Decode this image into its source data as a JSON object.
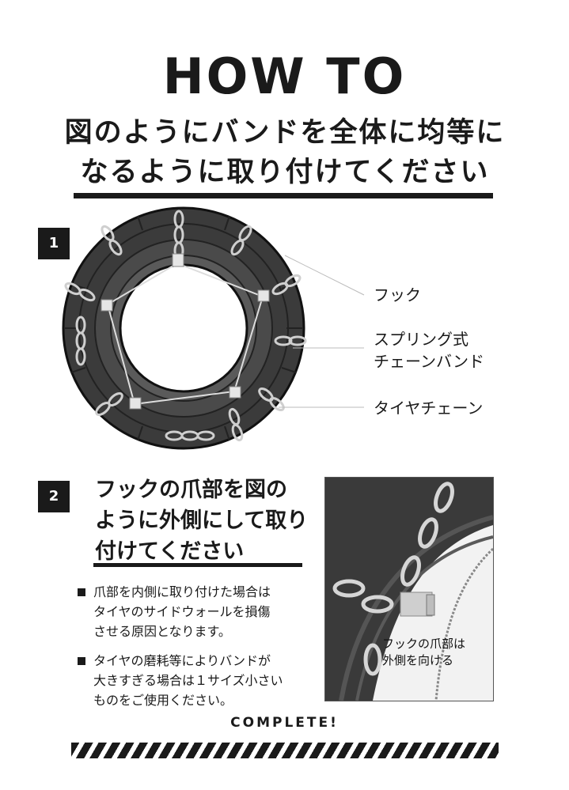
{
  "title": "HOW TO",
  "headline": [
    "図のようにバンドを全体に均等に",
    "なるように取り付けてください"
  ],
  "step1": {
    "number": "1",
    "callouts": {
      "hook": "フック",
      "band": [
        "スプリング式",
        "チェーンバンド"
      ],
      "chain": "タイヤチェーン"
    }
  },
  "step2": {
    "number": "2",
    "heading": [
      "フックの爪部を図の",
      "ように外側にして取り",
      "付けてください"
    ],
    "notes": [
      [
        "爪部を内側に取り付けた場合は",
        "タイヤのサイドウォールを損傷",
        "させる原因となります。"
      ],
      [
        "タイヤの磨耗等によりバンドが",
        "大きすぎる場合は１サイズ小さい",
        "ものをご使用ください。"
      ]
    ],
    "photo_caption": [
      "フックの爪部は",
      "外側を向ける"
    ]
  },
  "footer": {
    "complete": "COMPLETE!"
  },
  "colors": {
    "ink": "#1a1a1a",
    "tire": "#3a3a3a",
    "chain": "#c8c8c8"
  },
  "icons": {
    "bullet": "square-bullet-icon"
  }
}
